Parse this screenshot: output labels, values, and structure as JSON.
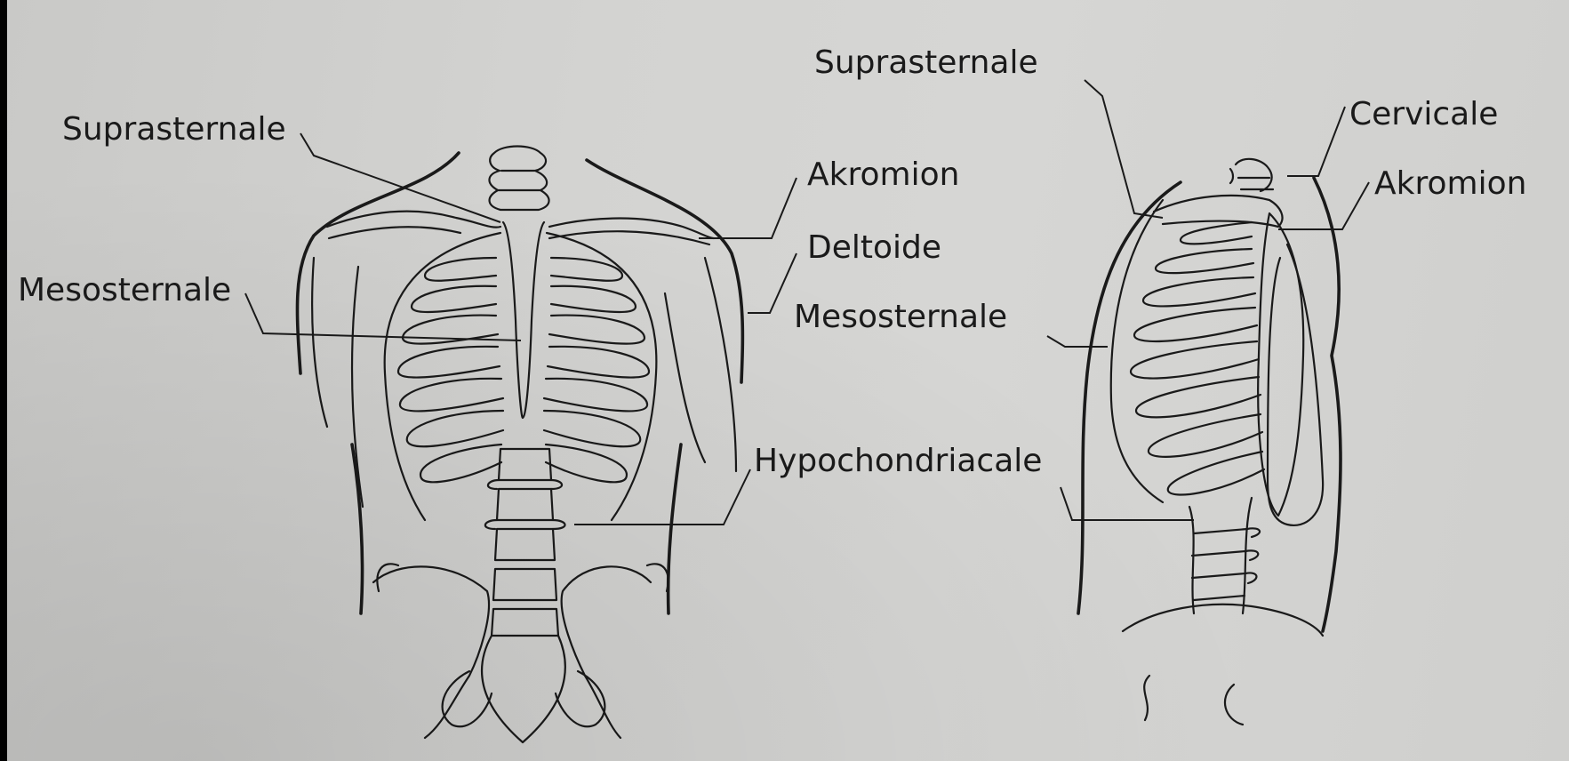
{
  "front_view": {
    "labels": {
      "suprasternale": "Suprasternale",
      "mesosternale": "Mesosternale",
      "akromion": "Akromion",
      "deltoide": "Deltoide",
      "hypochondriacale": "Hypochondriacale"
    }
  },
  "side_view": {
    "labels": {
      "suprasternale": "Suprasternale",
      "cervicale": "Cervicale",
      "akromion": "Akromion",
      "mesosternale": "Mesosternale"
    }
  }
}
